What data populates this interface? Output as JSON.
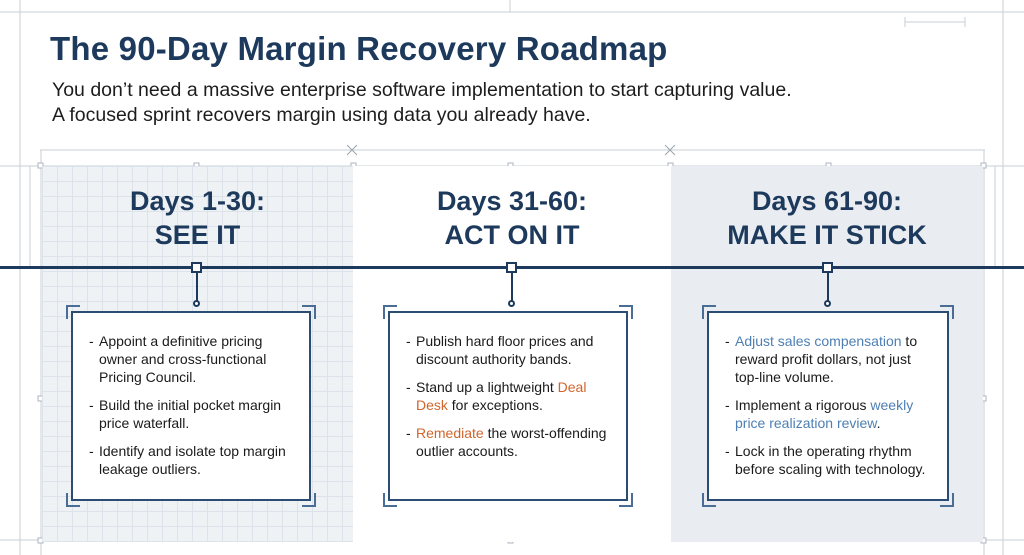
{
  "title": "The 90-Day Margin Recovery Roadmap",
  "subtitle_lines": [
    "You don’t need a massive enterprise software implementation to start capturing value.",
    "A focused sprint recovers margin using data you already have."
  ],
  "phases": [
    {
      "days": "Days 1-30:",
      "name": "SEE IT",
      "bullets": [
        {
          "parts": [
            {
              "text": "Appoint a definitive pricing owner and cross-functional Pricing Council."
            }
          ]
        },
        {
          "parts": [
            {
              "text": "Build the initial pocket margin price waterfall."
            }
          ]
        },
        {
          "parts": [
            {
              "text": "Identify and isolate top margin leakage outliers."
            }
          ]
        }
      ]
    },
    {
      "days": "Days 31-60:",
      "name": "ACT ON IT",
      "bullets": [
        {
          "parts": [
            {
              "text": "Publish hard floor prices and discount authority bands."
            }
          ]
        },
        {
          "parts": [
            {
              "text": "Stand up a lightweight "
            },
            {
              "text": "Deal Desk",
              "hl": "orange"
            },
            {
              "text": " for exceptions."
            }
          ]
        },
        {
          "parts": [
            {
              "text": "Remediate",
              "hl": "orange"
            },
            {
              "text": " the worst-offending outlier accounts."
            }
          ]
        }
      ]
    },
    {
      "days": "Days 61-90:",
      "name": "MAKE IT STICK",
      "bullets": [
        {
          "parts": [
            {
              "text": "Adjust sales compensation",
              "hl": "blue"
            },
            {
              "text": " to reward profit dollars, not just top-line volume."
            }
          ]
        },
        {
          "parts": [
            {
              "text": "Implement a rigorous "
            },
            {
              "text": "weekly price realization review",
              "hl": "blue"
            },
            {
              "text": "."
            }
          ]
        },
        {
          "parts": [
            {
              "text": "Lock in the operating rhythm before scaling with technology."
            }
          ]
        }
      ]
    }
  ],
  "colors": {
    "navy": "#1d3a5c",
    "highlight_orange": "#d0652c",
    "highlight_blue": "#4d7fb3",
    "grid_panel": "#eff2f5",
    "shaded_panel": "#e9edf1"
  }
}
